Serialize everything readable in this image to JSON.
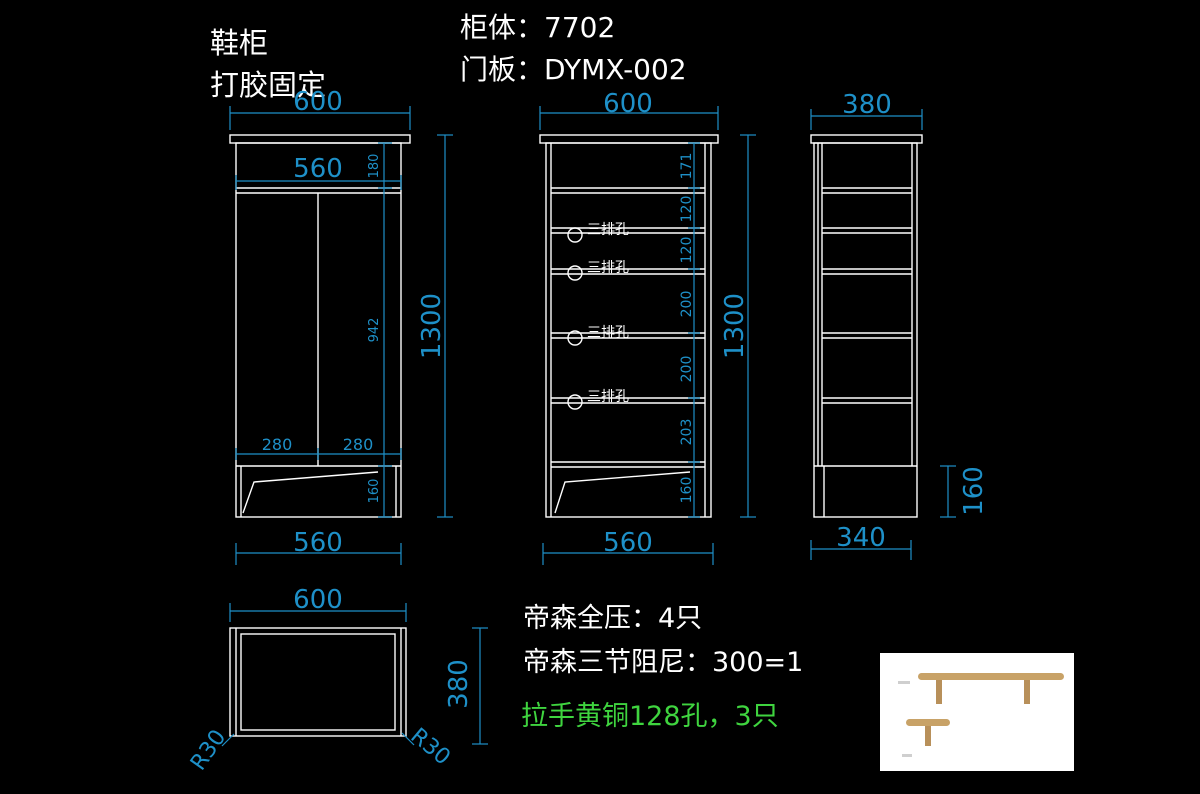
{
  "header": {
    "title_line1": "鞋柜",
    "title_line2": "打胶固定",
    "cabinet_body": "柜体：7702",
    "door_panel": "门板：DYMX-002"
  },
  "notes": {
    "line1": "帝森全压：4只",
    "line2": "帝森三节阻尼：300=1",
    "handle": "拉手黄铜128孔，3只"
  },
  "front_view": {
    "top_width": "600",
    "inner_width": "560",
    "bottom_width": "560",
    "height": "1300",
    "top_section": "180",
    "door_height": "942",
    "door_left": "280",
    "door_right": "280",
    "plinth": "160"
  },
  "interior_view": {
    "top_width": "600",
    "bottom_width": "560",
    "height": "1300",
    "spacings": [
      "171",
      "120",
      "120",
      "200",
      "200",
      "203",
      "160"
    ],
    "hole_label": "三排孔"
  },
  "side_view": {
    "top_width": "380",
    "bottom_width": "340",
    "plinth": "160"
  },
  "plan_view": {
    "width": "600",
    "depth": "380",
    "radius_left": "R30",
    "radius_right": "R30"
  },
  "colors": {
    "dimension": "#1e90c8",
    "lines": "#ffffff",
    "note_highlight": "#3fd43f",
    "handle_brass": "#c8a267"
  }
}
